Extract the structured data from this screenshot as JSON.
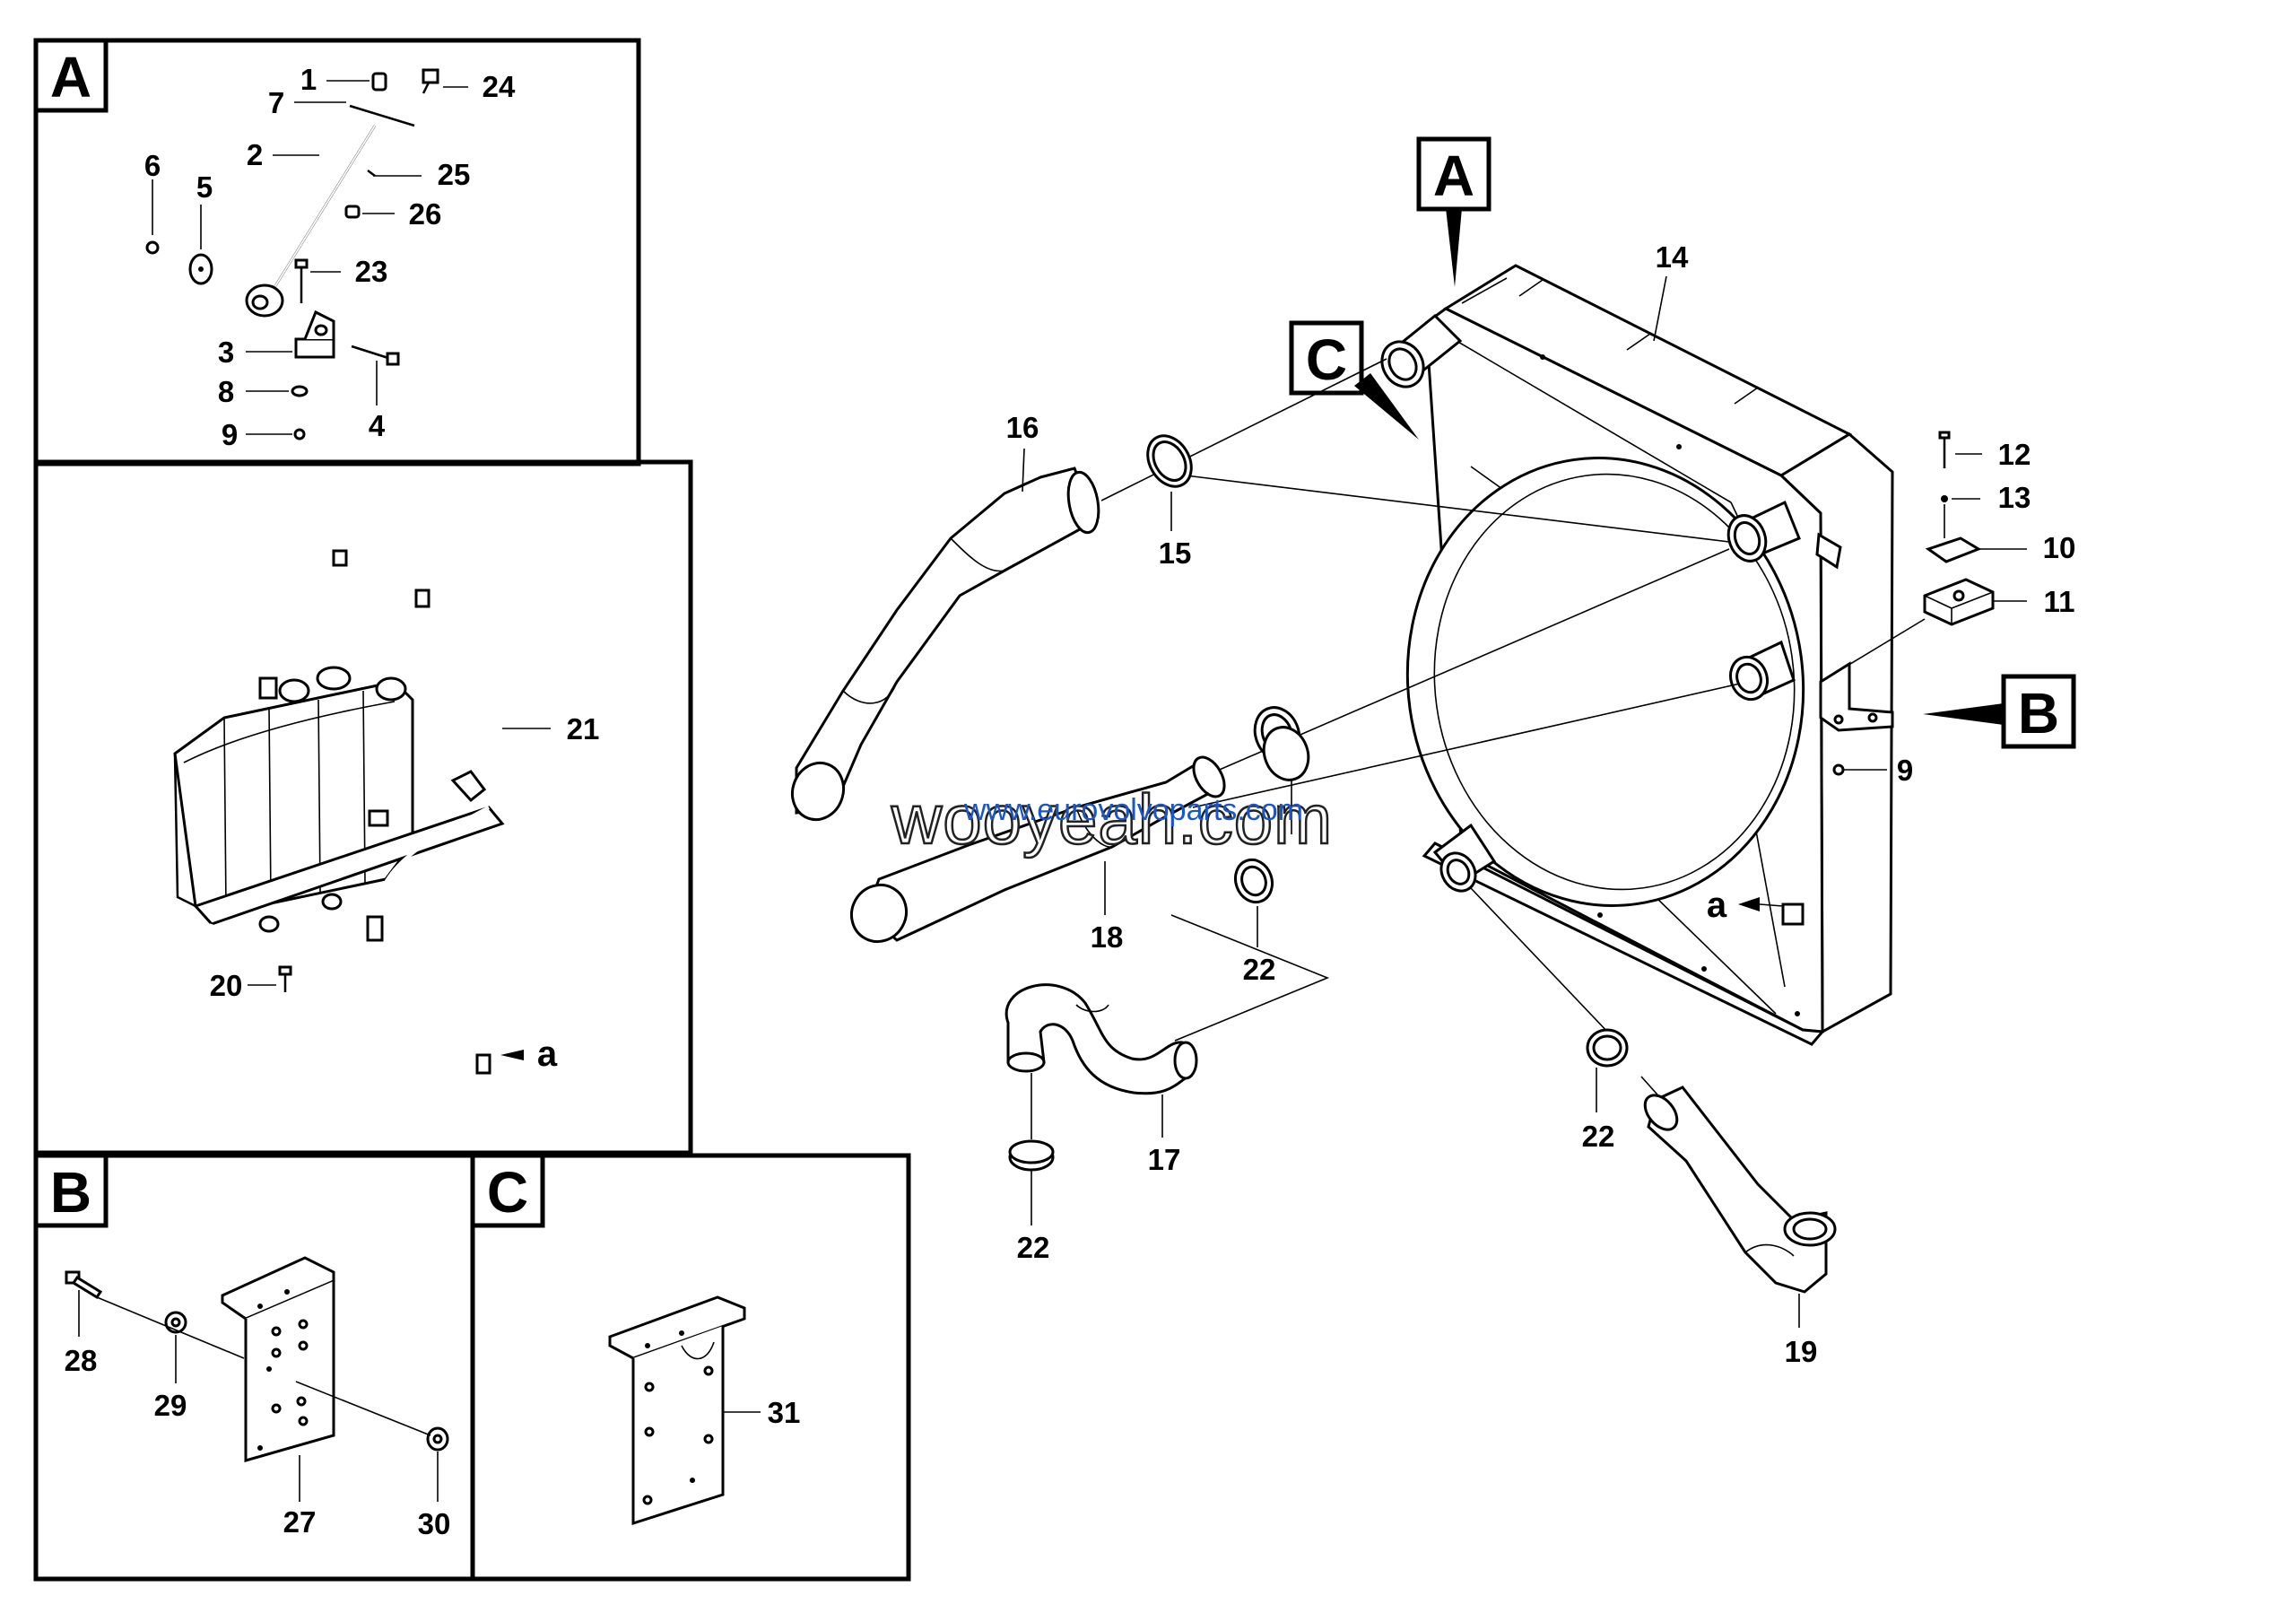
{
  "panels": {
    "A": "A",
    "B": "B",
    "C": "C"
  },
  "view_markers": {
    "A": "A",
    "B": "B",
    "C": "C"
  },
  "callouts_panel_a": {
    "c1": "1",
    "c7": "7",
    "c24": "24",
    "c2": "2",
    "c6": "6",
    "c5": "5",
    "c25": "25",
    "c26": "26",
    "c23": "23",
    "c3": "3",
    "c8": "8",
    "c9": "9",
    "c4": "4"
  },
  "callouts_panel_tank": {
    "c21": "21",
    "c20": "20",
    "ref_a": "a"
  },
  "callouts_panel_b": {
    "c28": "28",
    "c29": "29",
    "c27": "27",
    "c30": "30"
  },
  "callouts_panel_c": {
    "c31": "31"
  },
  "callouts_main": {
    "c14": "14",
    "c16": "16",
    "c15": "15",
    "c12": "12",
    "c13": "13",
    "c10": "10",
    "c11": "11",
    "c9": "9",
    "c18": "18",
    "c22a": "22",
    "c22b": "22",
    "c22c": "22",
    "c17": "17",
    "c19": "19",
    "ref_a": "a"
  },
  "watermark": {
    "main": "wooyeah.com",
    "url": "www.eurovolvoparts.com"
  },
  "colors": {
    "line": "#000000",
    "background": "#ffffff",
    "watermark_url": "#1a56c8"
  }
}
